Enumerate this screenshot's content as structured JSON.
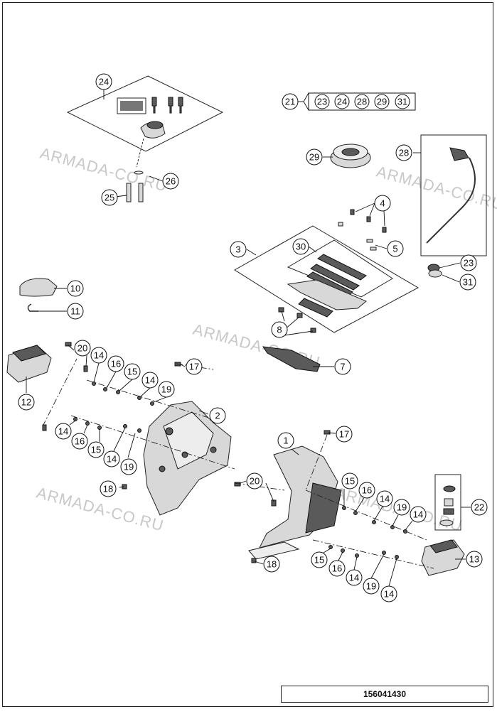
{
  "watermarks": [
    "ARMADA-CO.RU",
    "ARMADA-CO.RU",
    "ARMADA-CO.RU",
    "ARMADA-CO.RU",
    "ARMADA-CO.RU"
  ],
  "diagram_code": "156041430",
  "kit_group": {
    "label": "21",
    "items": [
      "23",
      "24",
      "28",
      "29",
      "31"
    ]
  },
  "callouts": [
    {
      "label": "24"
    },
    {
      "label": "26"
    },
    {
      "label": "25"
    },
    {
      "label": "29"
    },
    {
      "label": "28"
    },
    {
      "label": "4"
    },
    {
      "label": "5"
    },
    {
      "label": "3"
    },
    {
      "label": "30"
    },
    {
      "label": "23"
    },
    {
      "label": "31"
    },
    {
      "label": "10"
    },
    {
      "label": "11"
    },
    {
      "label": "8"
    },
    {
      "label": "7"
    },
    {
      "label": "20"
    },
    {
      "label": "14"
    },
    {
      "label": "16"
    },
    {
      "label": "15"
    },
    {
      "label": "14"
    },
    {
      "label": "19"
    },
    {
      "label": "17"
    },
    {
      "label": "12"
    },
    {
      "label": "2"
    },
    {
      "label": "14"
    },
    {
      "label": "16"
    },
    {
      "label": "15"
    },
    {
      "label": "14"
    },
    {
      "label": "19"
    },
    {
      "label": "18"
    },
    {
      "label": "1"
    },
    {
      "label": "17"
    },
    {
      "label": "20"
    },
    {
      "label": "15"
    },
    {
      "label": "16"
    },
    {
      "label": "14"
    },
    {
      "label": "19"
    },
    {
      "label": "14"
    },
    {
      "label": "22"
    },
    {
      "label": "15"
    },
    {
      "label": "16"
    },
    {
      "label": "14"
    },
    {
      "label": "19"
    },
    {
      "label": "14"
    },
    {
      "label": "13"
    },
    {
      "label": "18"
    }
  ]
}
